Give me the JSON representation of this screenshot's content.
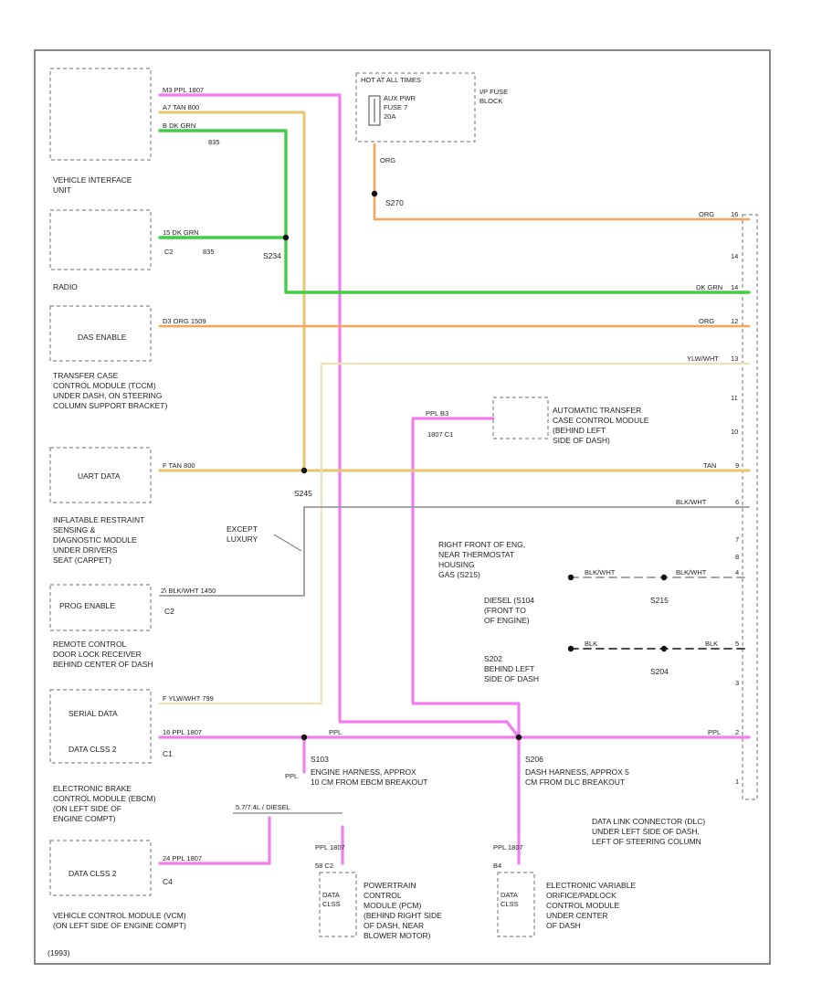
{
  "colors": {
    "ppl": "#f07ef0",
    "tan": "#e8c46a",
    "dk_grn": "#44cc44",
    "org": "#f7a45a",
    "ylw_wht": "#ece3b5",
    "blk_wht": "#9a9a9a",
    "blk": "#333333"
  },
  "components": {
    "viu": {
      "label": "VEHICLE INTERFACE\nUNIT"
    },
    "radio": {
      "label": "RADIO",
      "connector": "C2"
    },
    "tccm": {
      "label": "TRANSFER CASE\nCONTROL MODULE (TCCM)\nUNDER DASH, ON STEERING\nCOLUMN SUPPORT BRACKET)",
      "pin_label": "DAS ENABLE"
    },
    "uart_box": {
      "pin_label": "UART DATA"
    },
    "sdm": {
      "label": "INFLATABLE RESTRAINT\nSENSING &\nDIAGNOSTIC MODULE\nUNDER DRIVERS\nSEAT (CARPET)",
      "pin_label": "PROG ENABLE",
      "connector": "C2"
    },
    "rcdlr": {
      "label": "REMOTE CONTROL\nDOOR LOCK RECEIVER\nBEHIND CENTER OF DASH",
      "pin1": "SERIAL DATA",
      "pin2": "DATA CLSS 2",
      "connector": "C1"
    },
    "ebcm": {
      "label": "ELECTRONIC BRAKE\nCONTROL MODULE (EBCM)\n(ON LEFT SIDE OF\nENGINE COMPT)"
    },
    "vcm": {
      "label": "VEHICLE CONTROL MODULE (VCM)\n(ON LEFT SIDE OF ENGINE COMPT)",
      "pin_label": "DATA CLSS 2",
      "connector": "C4"
    },
    "fuse": {
      "label": "HOT AT ALL TIMES",
      "fuse_text": "AUX PWR\nFUSE 7\n20A",
      "block": "I/P FUSE\nBLOCK"
    },
    "atccm": {
      "label": "AUTOMATIC TRANSFER\nCASE CONTROL MODULE\n(BEHIND LEFT\nSIDE OF DASH)",
      "connector": "C1"
    },
    "pcm": {
      "label": "POWERTRAIN\nCONTROL\nMODULE (PCM)\n(BEHIND RIGHT SIDE\nOF DASH, NEAR\nBLOWER MOTOR)",
      "pin_label": "DATA\nCLSS",
      "connector": "C2"
    },
    "evo": {
      "label": "ELECTRONIC VARIABLE\nORIFICE/PADLOCK\nCONTROL MODULE\nUNDER CENTER\nOF DASH",
      "pin_label": "DATA\nCLSS"
    },
    "dlc": {
      "label": "DATA LINK CONNECTOR (DLC)\nUNDER LEFT SIDE OF DASH,\nLEFT OF STEERING COLUMN"
    }
  },
  "splices": {
    "s270": "S270",
    "s234": "S234",
    "s245": "S245",
    "s215": "S215",
    "s204": "S204",
    "s103": "S103",
    "s206": "S206",
    "s202": "S202",
    "s103_note": "ENGINE HARNESS, APPROX\n10 CM FROM EBCM BREAKOUT",
    "s206_note": "DASH HARNESS, APPROX 5\nCM FROM DLC BREAKOUT",
    "s215_note": "RIGHT FRONT OF ENG,\nNEAR THERMOSTAT\nHOUSING\nGAS (S215)",
    "s215_note2": "DIESEL (S104\n(FRONT TO\nOF ENGINE)",
    "s202_note": "S202\nBEHIND LEFT\nSIDE OF DASH"
  },
  "wire_labels": {
    "ppl_top": "M3   PPL   1807",
    "tan_top": "A7   TAN   800",
    "grn_top": "B    DK GRN",
    "grn_top_num": "835",
    "grn_radio": "15   DK GRN",
    "grn_radio_num": "835",
    "radio_conn": "C2",
    "org_fuse": "ORG",
    "org_dlc": "ORG",
    "org_dlc_pin": "16",
    "dlc_pin_14": "14",
    "grn_dlc": "DK GRN",
    "grn_dlc_pin": "14",
    "org_tccm": "D3    ORG    1509",
    "org_tccm_dlc": "ORG",
    "org_tccm_pin": "12",
    "yw_dlc": "YLW/WHT",
    "yw_dlc_pin": "13",
    "dlc_pin_11": "11",
    "ppl_atccm": "PPL     B3",
    "ppl_atccm_num": "1807    C1",
    "dlc_pin_10": "10",
    "tan_uart": "F     TAN   800",
    "tan_dlc": "TAN",
    "tan_dlc_pin": "9",
    "bw_dlc": "BLK/WHT",
    "bw_dlc_pin": "6",
    "except_luxury": "EXCEPT\nLUXURY",
    "dlc_pin_7": "7",
    "dlc_pin_8": "8",
    "blk_wht_s215": "BLK/WHT",
    "blk_wht_s215_b": "BLK/WHT",
    "dlc_pin_4": "4",
    "prog_wire": "2\\   BLK/WHT   1450",
    "blk_s204": "BLK",
    "blk_s204_b": "BLK",
    "dlc_pin_5": "5",
    "dlc_pin_3": "3",
    "yw_serial": "F    YLW/WHT    799",
    "ppl_rcdlr": "16   PPL    1807",
    "ppl_mid": "PPL",
    "ppl_dlc": "PPL",
    "ppl_dlc_pin": "2",
    "dlc_pin_1": "1",
    "ppl_s103": "PPL",
    "gas_diesel": "5.7/7.4L    /     DIESEL",
    "ppl_vcm": "24    PPL    1807",
    "ppl_pcm": "PPL    1807",
    "pcm_conn": "58   C2",
    "ppl_evo": "PPL    1807",
    "evo_conn": "B4",
    "footer": "(1993)"
  }
}
